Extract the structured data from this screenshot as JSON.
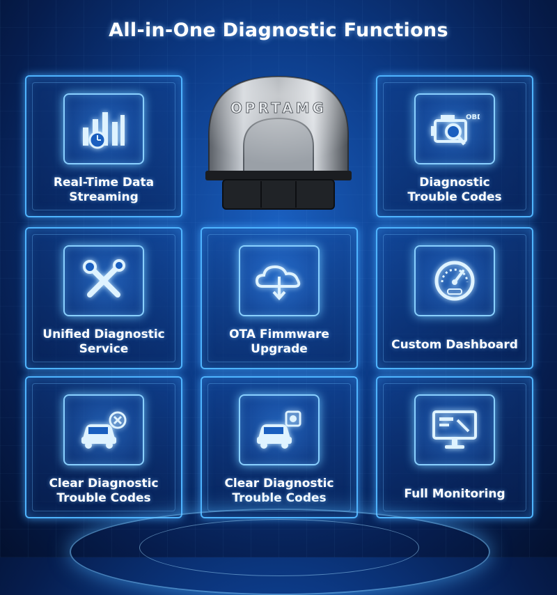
{
  "title": "All-in-One Diagnostic Functions",
  "device": {
    "brand_text": "OPRTAMG"
  },
  "colors": {
    "accent": "#4fb4ff",
    "glow": "#8ad0ff",
    "background": "#0c3a86"
  },
  "features": [
    {
      "label_line1": "Real-Time Data",
      "label_line2": "Streaming",
      "icon": "bar-chart-clock-icon"
    },
    {
      "label_line1": "Diagnostic",
      "label_line2": "Trouble Codes",
      "icon": "engine-obd-magnifier-icon"
    },
    {
      "label_line1": "Unified Diagnostic",
      "label_line2": "Service",
      "icon": "wrench-screwdriver-icon"
    },
    {
      "label_line1": "OTA Fimmware",
      "label_line2": "Upgrade",
      "icon": "cloud-download-icon"
    },
    {
      "label_line1": "Custom Dashboard",
      "icon": "speedometer-icon"
    },
    {
      "label_line1": "Clear Diagnostic",
      "label_line2": "Trouble Codes",
      "icon": "car-clear-icon"
    },
    {
      "label_line1": "Clear Diagnostic",
      "label_line2": "Trouble Codes",
      "icon": "car-scan-icon"
    },
    {
      "label_line1": "Full Monitoring",
      "icon": "monitor-icon"
    }
  ]
}
